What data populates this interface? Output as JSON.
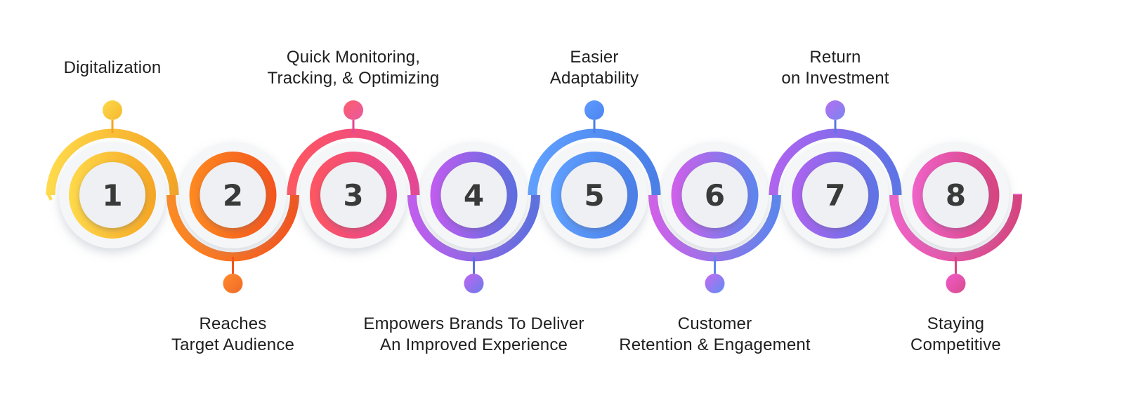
{
  "steps": [
    {
      "number": "1",
      "lines": [
        "Digitalization"
      ],
      "position": "top",
      "colors": [
        "#FFDA4A",
        "#F5A524"
      ],
      "ring_dark": "#E68A00",
      "dot": [
        "#FFD84A",
        "#F4B92E"
      ]
    },
    {
      "number": "2",
      "lines": [
        "Reaches",
        "Target Audience"
      ],
      "position": "bottom",
      "colors": [
        "#FF8A20",
        "#F2541E"
      ],
      "ring_dark": "#D9461E",
      "dot": [
        "#FF8A2A",
        "#F06A2A"
      ]
    },
    {
      "number": "3",
      "lines": [
        "Quick Monitoring,",
        "Tracking, & Optimizing"
      ],
      "position": "top",
      "colors": [
        "#FF5660",
        "#E64693"
      ],
      "ring_dark": "#C8417C",
      "dot": [
        "#FF5D6A",
        "#E65AA0"
      ]
    },
    {
      "number": "4",
      "lines": [
        "Empowers Brands To Deliver",
        "An Improved Experience"
      ],
      "position": "bottom",
      "colors": [
        "#C25CF0",
        "#5B6FE0"
      ],
      "ring_dark": "#4E5FCE",
      "dot": [
        "#C066F0",
        "#6A7BEA"
      ]
    },
    {
      "number": "5",
      "lines": [
        "Easier",
        "Adaptability"
      ],
      "position": "top",
      "colors": [
        "#5FA0FF",
        "#4A7FE8"
      ],
      "ring_dark": "#3E6BD1",
      "dot": [
        "#5E9BFF",
        "#4C84F0"
      ]
    },
    {
      "number": "6",
      "lines": [
        "Customer",
        "Retention & Engagement"
      ],
      "position": "bottom",
      "colors": [
        "#D25FEA",
        "#5B85EE"
      ],
      "ring_dark": "#4C73D6",
      "dot": [
        "#C86AF0",
        "#5E8EF2"
      ]
    },
    {
      "number": "7",
      "lines": [
        "Return",
        "on Investment"
      ],
      "position": "top",
      "colors": [
        "#B063F0",
        "#5D74E6"
      ],
      "ring_dark": "#5262CC",
      "dot": [
        "#B56EF2",
        "#7A86EE"
      ]
    },
    {
      "number": "8",
      "lines": [
        "Staying",
        "Competitive"
      ],
      "position": "bottom",
      "colors": [
        "#F062C8",
        "#D6447F"
      ],
      "ring_dark": "#BE3C74",
      "dot": [
        "#F05ACB",
        "#D94C8C"
      ]
    }
  ]
}
